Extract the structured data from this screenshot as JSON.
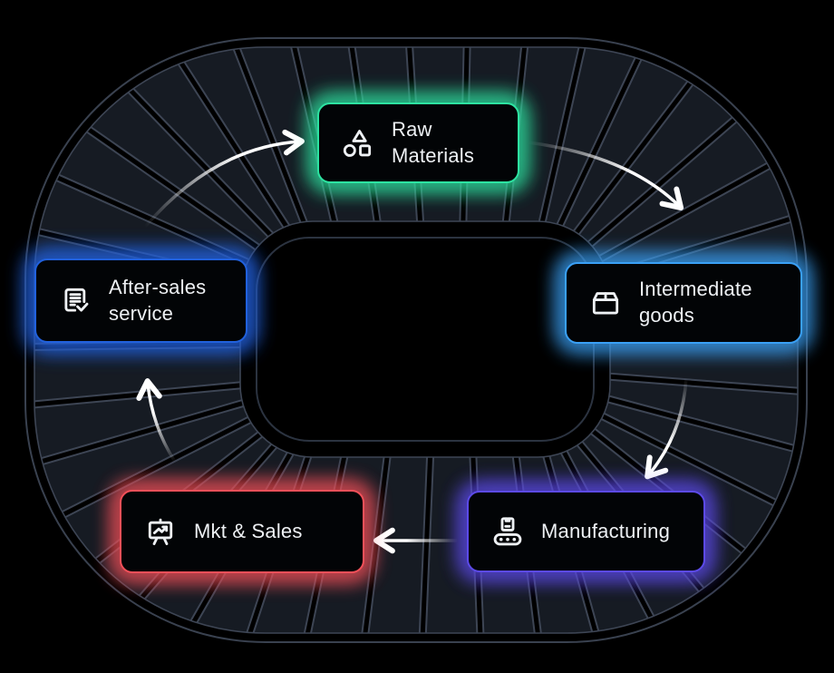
{
  "diagram": {
    "kind": "cycle",
    "stage_count": 5
  },
  "stages": [
    {
      "id": "raw-materials",
      "label": "Raw Materials",
      "icon": "shapes-icon",
      "accent": "#2de3a1"
    },
    {
      "id": "intermediate-goods",
      "label": "Intermediate goods",
      "icon": "package-icon",
      "accent": "#3aa0f5"
    },
    {
      "id": "manufacturing",
      "label": "Manufacturing",
      "icon": "conveyor-belt-icon",
      "accent": "#5c4ae8"
    },
    {
      "id": "mkt-sales",
      "label": "Mkt & Sales",
      "icon": "presentation-chart-icon",
      "accent": "#f25059"
    },
    {
      "id": "after-sales-service",
      "label": "After-sales service",
      "icon": "document-check-icon",
      "accent": "#2161dd"
    }
  ],
  "arrows": [
    {
      "from": "after-sales-service",
      "to": "raw-materials"
    },
    {
      "from": "raw-materials",
      "to": "intermediate-goods"
    },
    {
      "from": "intermediate-goods",
      "to": "manufacturing"
    },
    {
      "from": "manufacturing",
      "to": "mkt-sales"
    },
    {
      "from": "mkt-sales",
      "to": "after-sales-service"
    }
  ],
  "colors": {
    "background": "#000000",
    "segment_fill": "#161b23",
    "segment_border": "#3d4554",
    "outline": "#39414f",
    "inner_outline": "#2b3340",
    "arrow": "#ffffff",
    "text": "#eef1f4"
  }
}
